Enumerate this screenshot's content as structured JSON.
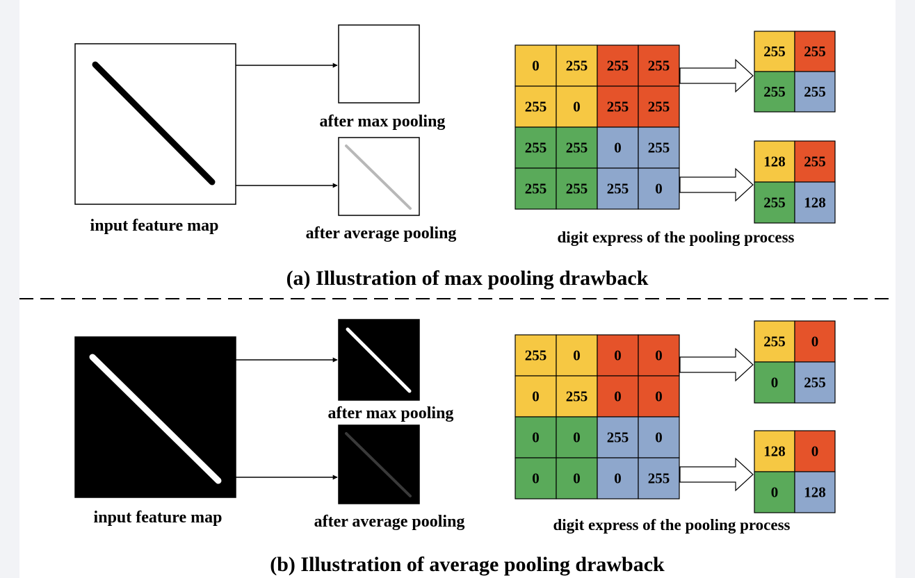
{
  "colors": {
    "yellow": "#f6c843",
    "red": "#e5532a",
    "green": "#5aaa5a",
    "blue": "#8ea7cc",
    "line_gray": "#b8b8b8",
    "line_dark": "#3a3a3a"
  },
  "panel_a": {
    "input_label": "input feature map",
    "max_label": "after max pooling",
    "avg_label": "after average pooling",
    "digit_label": "digit express of the pooling process",
    "caption": "(a) Illustration of max pooling drawback",
    "grid": [
      [
        "0",
        "255",
        "255",
        "255"
      ],
      [
        "255",
        "0",
        "255",
        "255"
      ],
      [
        "255",
        "255",
        "0",
        "255"
      ],
      [
        "255",
        "255",
        "255",
        "0"
      ]
    ],
    "max_result": [
      [
        "255",
        "255"
      ],
      [
        "255",
        "255"
      ]
    ],
    "avg_result": [
      [
        "128",
        "255"
      ],
      [
        "255",
        "128"
      ]
    ]
  },
  "panel_b": {
    "input_label": "input feature map",
    "max_label": "after max pooling",
    "avg_label": "after average pooling",
    "digit_label": "digit express of the pooling process",
    "caption": "(b) Illustration of average pooling drawback",
    "grid": [
      [
        "255",
        "0",
        "0",
        "0"
      ],
      [
        "0",
        "255",
        "0",
        "0"
      ],
      [
        "0",
        "0",
        "255",
        "0"
      ],
      [
        "0",
        "0",
        "0",
        "255"
      ]
    ],
    "max_result": [
      [
        "255",
        "0"
      ],
      [
        "0",
        "255"
      ]
    ],
    "avg_result": [
      [
        "128",
        "0"
      ],
      [
        "0",
        "128"
      ]
    ]
  }
}
